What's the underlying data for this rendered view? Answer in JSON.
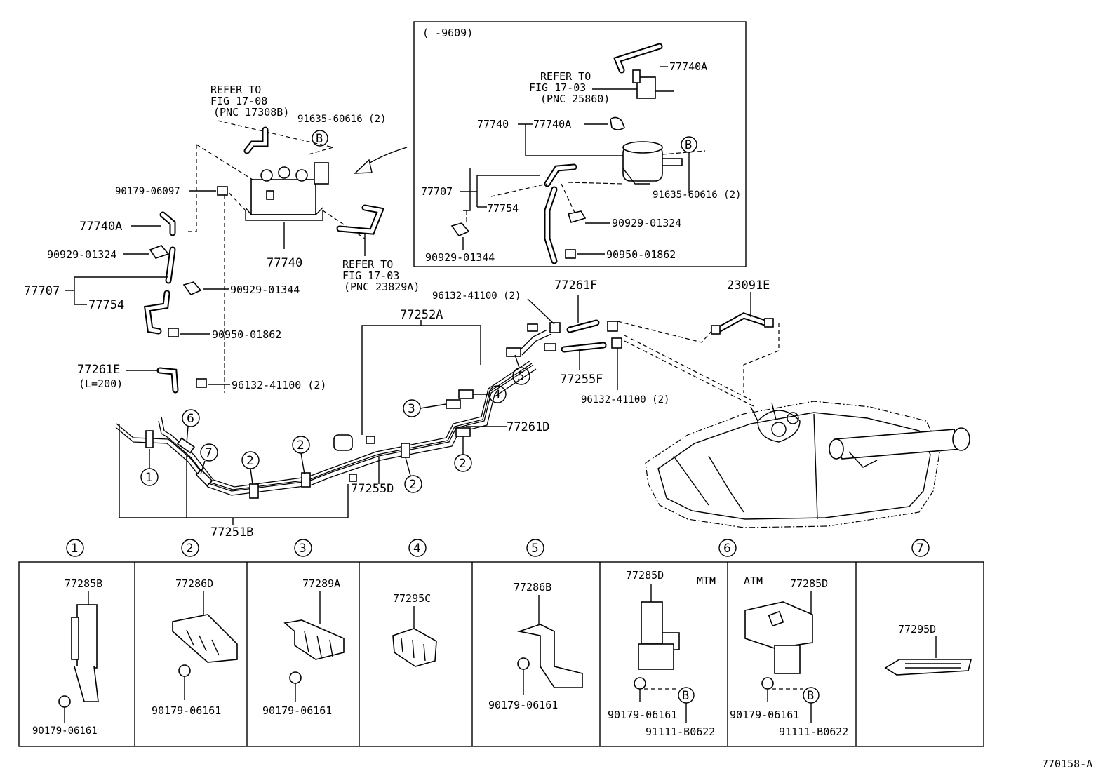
{
  "inset": {
    "title": "(      -9609)",
    "refer": [
      "REFER TO",
      "FIG 17-03",
      "(PNC 25860)"
    ],
    "labels": {
      "p77740A_top": "77740A",
      "p77740": "77740",
      "p77740A_mid": "77740A",
      "p91635": "91635-60616 (2)",
      "p77707": "77707",
      "p77754": "77754",
      "p90929_1324": "90929-01324",
      "p90929_1344": "90929-01344",
      "p90950": "90950-01862"
    }
  },
  "main": {
    "refer_top": [
      "REFER TO",
      "FIG 17-08",
      "(PNC 17308B)"
    ],
    "refer_bottom": [
      "REFER TO",
      "FIG 17-03",
      "(PNC 23829A)"
    ],
    "labels": {
      "p91635": "91635-60616 (2)",
      "p90179_06097": "90179-06097",
      "p77740A": "77740A",
      "p90929_1324": "90929-01324",
      "p77740": "77740",
      "p77707": "77707",
      "p77754": "77754",
      "p90929_1344": "90929-01344",
      "p90950": "90950-01862",
      "p77261E": "77261E",
      "p77261E_len": "(L=200)",
      "p96132_a": "96132-41100 (2)",
      "p96132_b": "96132-41100 (2)",
      "p96132_c": "96132-41100 (2)",
      "p77261F": "77261F",
      "p23091E": "23091E",
      "p77252A": "77252A",
      "p77255F": "77255F",
      "p77261D": "77261D",
      "p77255D": "77255D",
      "p77251B": "77251B"
    }
  },
  "callouts": [
    "1",
    "2",
    "3",
    "4",
    "5",
    "6",
    "7",
    "B"
  ],
  "table": {
    "columns": [
      {
        "num": "1",
        "parts": [
          "77285B",
          "90179-06161"
        ]
      },
      {
        "num": "2",
        "parts": [
          "77286D",
          "90179-06161"
        ]
      },
      {
        "num": "3",
        "parts": [
          "77289A",
          "90179-06161"
        ]
      },
      {
        "num": "4",
        "parts": [
          "77295C"
        ]
      },
      {
        "num": "5",
        "parts": [
          "77286B",
          "90179-06161"
        ]
      },
      {
        "num": "6",
        "note": "MTM",
        "parts": [
          "77285D",
          "90179-06161",
          "91111-B0622"
        ]
      },
      {
        "num": "6",
        "note": "ATM",
        "parts": [
          "77285D",
          "90179-06161",
          "91111-B0622"
        ]
      },
      {
        "num": "7",
        "parts": [
          "77295D"
        ]
      }
    ]
  },
  "figure_id": "770158-A"
}
